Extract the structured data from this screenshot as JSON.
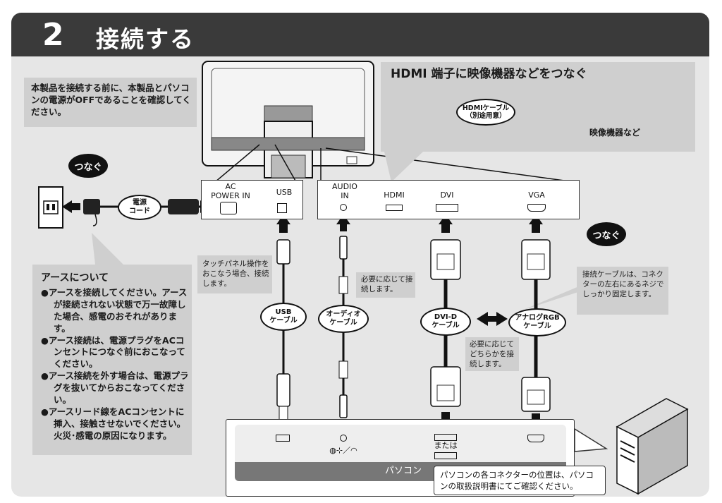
{
  "header": {
    "step_number": "2",
    "title": "接続する"
  },
  "notices": {
    "power_off": "本製品を接続する前に、本製品とパソコンの電源がOFFであることを確認してください。",
    "hdmi_title": "HDMI 端子に映像機器などをつなぐ",
    "hdmi_cable": "HDMIケーブル",
    "hdmi_cable_note": "（別途用意）",
    "video_device": "映像機器など"
  },
  "badges": {
    "connect_left": "つなぐ",
    "connect_right": "つなぐ"
  },
  "monitor_ports": {
    "ac_power_in": "AC\nPOWER IN",
    "usb": "USB",
    "audio_in": "AUDIO\nIN",
    "hdmi": "HDMI",
    "dvi": "DVI",
    "vga": "VGA"
  },
  "cables": {
    "power_cord": "電源\nコード",
    "usb_cable": "USB\nケーブル",
    "audio_cable": "オーディオ\nケーブル",
    "dvi_cable": "DVI-D\nケーブル",
    "analog_cable": "アナログRGB\nケーブル"
  },
  "notes": {
    "touch_panel": "タッチパネル操作をおこなう場合、接続します。",
    "audio_optional": "必要に応じて接続します。",
    "either_one": "必要に応じてどちらかを接続します。",
    "screws": "接続ケーブルは、コネクターの左右にあるネジでしっかり固定します。"
  },
  "earth": {
    "title": "アースについて",
    "items": [
      "●アースを接続してください。アースが接続されない状態で万一故障した場合、感電のおそれがあります。",
      "●アース接続は、電源プラグをACコンセントにつなぐ前におこなってください。",
      "●アース接続を外す場合は、電源プラグを抜いてからおこなってください。",
      "●アースリード線をACコンセントに挿入、接触させないでください。"
    ],
    "footer": "火災･感電の原因になります。"
  },
  "pc": {
    "label": "パソコン",
    "or_label": "または",
    "note": "パソコンの各コネクターの位置は、パソコンの取扱説明書にてご確認ください。"
  }
}
